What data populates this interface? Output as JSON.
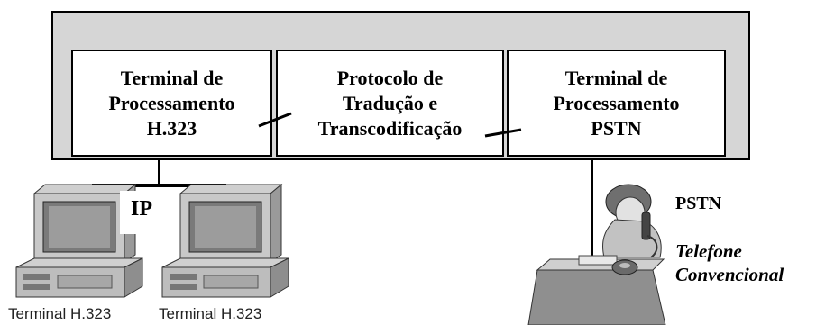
{
  "gateway": {
    "blocks": [
      {
        "label": "Terminal de\nProcessamento\nH.323"
      },
      {
        "label": "Protocolo de\nTradução e\nTranscodificação"
      },
      {
        "label": "Terminal de\nProcessamento\nPSTN"
      }
    ]
  },
  "network": {
    "ip_label": "IP",
    "pstn_label": "PSTN"
  },
  "endpoints": {
    "terminal_captions": [
      "Terminal H.323",
      "Terminal H.323"
    ],
    "phone_label": "Telefone\nConvencional"
  }
}
